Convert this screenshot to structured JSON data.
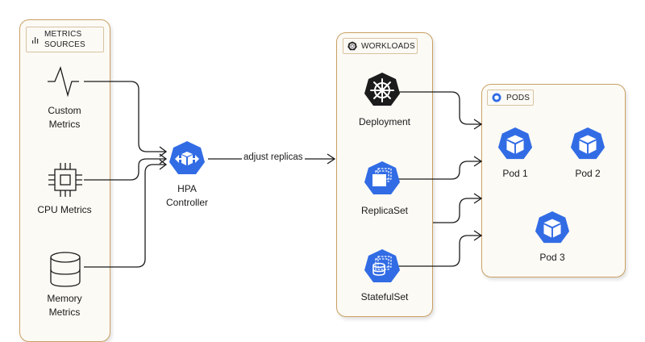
{
  "colors": {
    "panel_border": "#c9a063",
    "panel_fill": "#fcfaf5",
    "k8s_blue": "#326ce5",
    "wire": "#1a1a1a"
  },
  "metrics_panel": {
    "header_icon": "bar-chart-icon",
    "header_line1": "METRICS",
    "header_line2": "SOURCES",
    "items": [
      {
        "icon": "pulse-waveform-icon",
        "line1": "Custom",
        "line2": "Metrics"
      },
      {
        "icon": "cpu-chip-icon",
        "line1": "CPU Metrics",
        "line2": ""
      },
      {
        "icon": "database-icon",
        "line1": "Memory",
        "line2": "Metrics"
      }
    ]
  },
  "hpa": {
    "icon": "hpa-icon",
    "line1": "HPA",
    "line2": "Controller"
  },
  "edge_label": "adjust replicas",
  "workloads_panel": {
    "header_icon": "kubernetes-helm-icon",
    "header": "WORKLOADS",
    "items": [
      {
        "icon": "deployment-helm-icon",
        "label": "Deployment"
      },
      {
        "icon": "replicaset-icon",
        "label": "ReplicaSet"
      },
      {
        "icon": "statefulset-icon",
        "label": "StatefulSet"
      }
    ]
  },
  "pods_panel": {
    "header_icon": "pod-icon",
    "header": "PODS",
    "items": [
      {
        "icon": "pod-cube-icon",
        "label": "Pod 1"
      },
      {
        "icon": "pod-cube-icon",
        "label": "Pod 2"
      },
      {
        "icon": "pod-cube-icon",
        "label": "Pod 3"
      }
    ]
  }
}
